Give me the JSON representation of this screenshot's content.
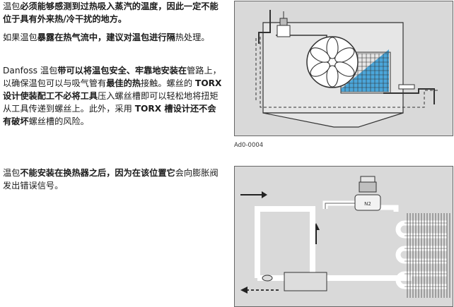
{
  "paragraphs": [
    {
      "segments": [
        {
          "t": "温包",
          "b": false
        },
        {
          "t": "必须能够感测到过热吸入蒸汽的温度，因此一定不能位于具有外来热/冷干扰的地方。",
          "b": true
        }
      ]
    },
    {
      "segments": [
        {
          "t": "如果温包",
          "b": false
        },
        {
          "t": "暴露在热气流中，建议对温包进行隔",
          "b": true
        },
        {
          "t": "热处理。",
          "b": false
        }
      ]
    },
    {
      "segments": [
        {
          "t": "Danfoss 温包",
          "b": false
        },
        {
          "t": "带可以将温包安全、牢靠地安装在",
          "b": true
        },
        {
          "t": "管路上，以确保温包可以与吸气管有",
          "b": false
        },
        {
          "t": "最佳的热",
          "b": true
        },
        {
          "t": "接触。螺丝的 ",
          "b": false
        },
        {
          "t": "TORX 设计使装配工不必将工具",
          "b": true
        },
        {
          "t": "压入螺丝槽即可以轻松地将扭矩从工具传递到螺丝上。此外，采用 ",
          "b": false
        },
        {
          "t": "TORX 槽设计还不会有破坏",
          "b": true
        },
        {
          "t": "螺丝槽的风险。",
          "b": false
        }
      ]
    },
    {
      "segments": [
        {
          "t": "温包",
          "b": false
        },
        {
          "t": "不能安装在换热器之后，因为在该位置它",
          "b": true
        },
        {
          "t": "会向膨胀阀发出错误信号。",
          "b": false
        }
      ]
    }
  ],
  "figure1": {
    "caption": "Ad0-0004"
  },
  "figure2": {
    "valve_label": "N2"
  },
  "colors": {
    "coil_blue": "#3a9fd8",
    "pipe_white": "#ffffff",
    "figure_bg": "#d9d9d9",
    "line": "#333333"
  }
}
